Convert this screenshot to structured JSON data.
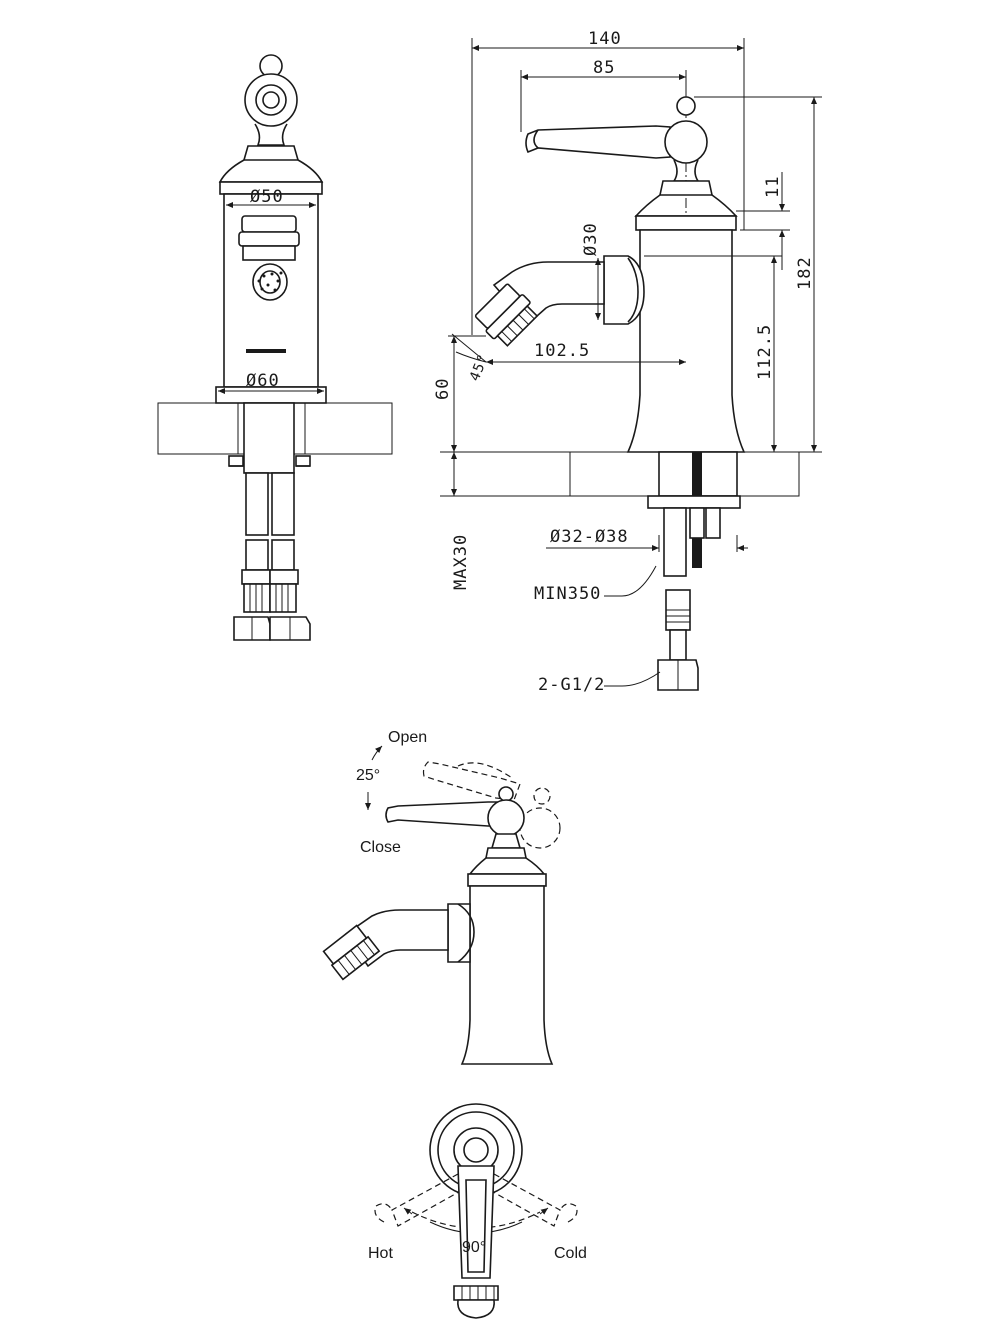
{
  "dimensions": {
    "width_140": "140",
    "width_85": "85",
    "dia_50": "Ø50",
    "dia_60": "Ø60",
    "dia_30": "Ø30",
    "height_11": "11",
    "height_182": "182",
    "height_112_5": "112.5",
    "reach_102_5": "102.5",
    "angle_45": "45°",
    "height_60": "60",
    "max_30": "MAX30",
    "hole_dia": "Ø32-Ø38",
    "min_350": "MIN350",
    "thread": "2-G1/2"
  },
  "operation": {
    "open": "Open",
    "angle_25": "25°",
    "close": "Close",
    "hot": "Hot",
    "angle_90": "90°",
    "cold": "Cold"
  },
  "colors": {
    "line": "#1a1a1a",
    "background": "#ffffff"
  }
}
